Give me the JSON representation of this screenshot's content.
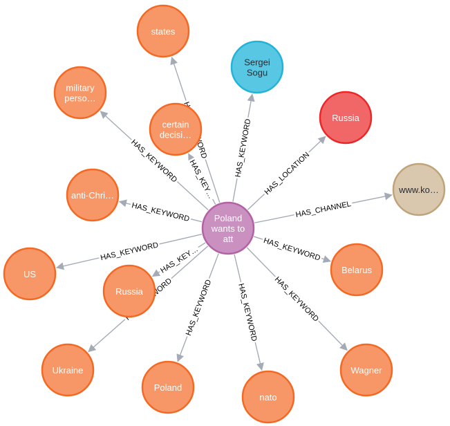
{
  "graph": {
    "colors": {
      "keyword": {
        "fill": "#f79767",
        "stroke": "#f36924"
      },
      "person": {
        "fill": "#57c7e3",
        "stroke": "#23b3d7"
      },
      "location": {
        "fill": "#f16667",
        "stroke": "#eb2728"
      },
      "channel": {
        "fill": "#d9c8ae",
        "stroke": "#c0a378"
      },
      "message": {
        "fill": "#c990c0",
        "stroke": "#b261a5"
      },
      "edge": "#a5abb6"
    },
    "nodes": [
      {
        "id": "center",
        "kind": "message",
        "caption": [
          "Poland",
          "wants to",
          "att"
        ]
      },
      {
        "id": "states",
        "kind": "keyword",
        "caption": [
          "states"
        ]
      },
      {
        "id": "sergei",
        "kind": "person",
        "caption": [
          "Sergei",
          "Sogu"
        ]
      },
      {
        "id": "russia_loc",
        "kind": "location",
        "caption": [
          "Russia"
        ]
      },
      {
        "id": "channel",
        "kind": "channel",
        "caption": [
          "www.ko…"
        ]
      },
      {
        "id": "military",
        "kind": "keyword",
        "caption": [
          "military",
          "perso…"
        ]
      },
      {
        "id": "certain",
        "kind": "keyword",
        "caption": [
          "certain",
          "decisi…"
        ]
      },
      {
        "id": "antichri",
        "kind": "keyword",
        "caption": [
          "anti-Chri…"
        ]
      },
      {
        "id": "us",
        "kind": "keyword",
        "caption": [
          "US"
        ]
      },
      {
        "id": "russia_kw",
        "kind": "keyword",
        "caption": [
          "Russia"
        ]
      },
      {
        "id": "belarus",
        "kind": "keyword",
        "caption": [
          "Belarus"
        ]
      },
      {
        "id": "ukraine",
        "kind": "keyword",
        "caption": [
          "Ukraine"
        ]
      },
      {
        "id": "poland",
        "kind": "keyword",
        "caption": [
          "Poland"
        ]
      },
      {
        "id": "nato",
        "kind": "keyword",
        "caption": [
          "nato"
        ]
      },
      {
        "id": "wagner",
        "kind": "keyword",
        "caption": [
          "Wagner"
        ]
      }
    ],
    "edges": [
      {
        "from": "center",
        "to": "states",
        "label": "HAS_KEYWORD"
      },
      {
        "from": "center",
        "to": "sergei",
        "label": "HAS_KEYWORD"
      },
      {
        "from": "center",
        "to": "russia_loc",
        "label": "HAS_LOCATION"
      },
      {
        "from": "center",
        "to": "channel",
        "label": "HAS_CHANNEL"
      },
      {
        "from": "center",
        "to": "military",
        "label": "HAS_KEYWORD"
      },
      {
        "from": "center",
        "to": "certain",
        "label": "HAS_KEY…"
      },
      {
        "from": "center",
        "to": "antichri",
        "label": "HAS_KEYWORD"
      },
      {
        "from": "center",
        "to": "us",
        "label": "HAS_KEYWORD"
      },
      {
        "from": "center",
        "to": "russia_kw",
        "label": "HAS_KEY…"
      },
      {
        "from": "center",
        "to": "belarus",
        "label": "HAS_KEYWORD"
      },
      {
        "from": "center",
        "to": "ukraine",
        "label": "HAS_KEYWORD"
      },
      {
        "from": "center",
        "to": "poland",
        "label": "HAS_KEYWORD"
      },
      {
        "from": "center",
        "to": "nato",
        "label": "HAS_KEYWORD"
      },
      {
        "from": "center",
        "to": "wagner",
        "label": "HAS_KEYWORD"
      }
    ]
  }
}
